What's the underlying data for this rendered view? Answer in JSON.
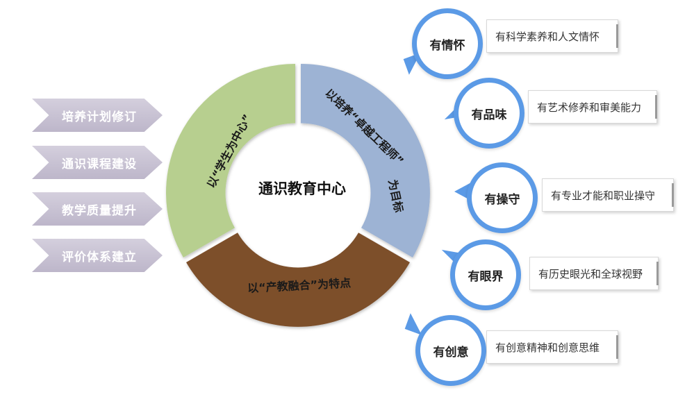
{
  "left_steps": [
    "培养计划修订",
    "通识课程建设",
    "教学质量提升",
    "评价体系建立"
  ],
  "ring": {
    "center_title": "通识教育中心",
    "left_segment": "以“学生为中心”",
    "right_segment_line1": "以培养“卓越工程师”",
    "right_segment_line2": "为目标",
    "bottom_segment": "以“产教融合”为特点",
    "colors": {
      "left": "#b7cf8f",
      "right": "#9db3d4",
      "bottom": "#7d4f2c"
    }
  },
  "qualities": [
    {
      "title": "有情怀",
      "desc": "有科学素养和人文情怀"
    },
    {
      "title": "有品味",
      "desc": "有艺术修养和审美能力"
    },
    {
      "title": "有操守",
      "desc": "有专业才能和职业操守"
    },
    {
      "title": "有眼界",
      "desc": "有历史眼光和全球视野"
    },
    {
      "title": "有创意",
      "desc": "有创意精神和创意思维"
    }
  ],
  "accent_color": "#5b9ae6"
}
